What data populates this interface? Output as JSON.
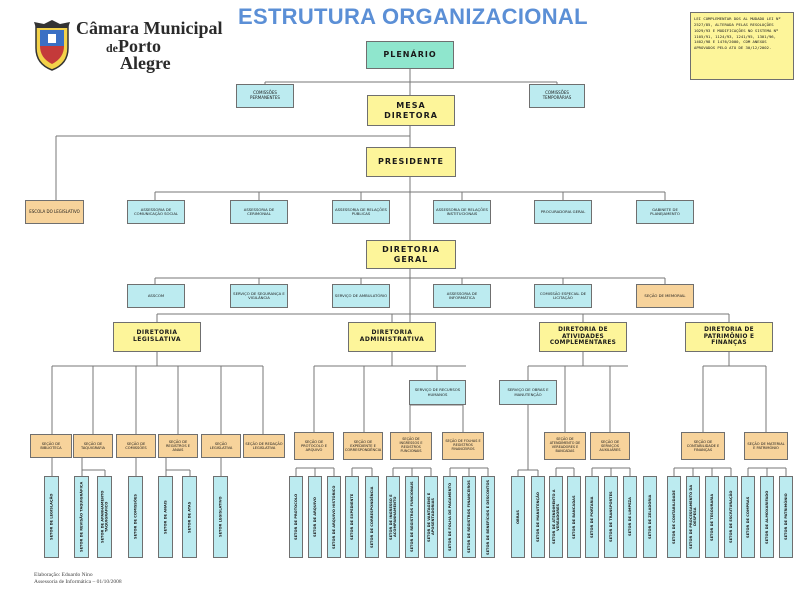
{
  "header": {
    "title": "ESTRUTURA ORGANIZACIONAL",
    "logo": {
      "line1": "Câmara Municipal",
      "line2_prefix": "de",
      "line2": "Porto",
      "line3": "Alegre"
    },
    "note": "LEI COMPLEMENTAR DOS AL MUDADO LEI Nº 2527/85, ALTERADA PELAS RESOLUÇÕES 1029/93 E MODIFICAÇÕES NO SISTEMA Nº 1105/91, 1124/93, 1241/95, 1301/96, 1402/98 E 1476/2000, COM ANEXOS APROVADOS PELO ATO DE 30/12/2002."
  },
  "footer": {
    "line1": "Elaboração: Eduardo Nino",
    "line2": "Assessoria de Informática – 01/10/2008"
  },
  "colors": {
    "title": "#5b8fd6",
    "plenario": "#8fe6cd",
    "management": "#fdf59a",
    "unit": "#bcebf0",
    "section": "#f7d39b"
  },
  "nodes": {
    "plenario": "PLENÁRIO",
    "comissoes_permanentes": "COMISSÕES PERMANENTES",
    "comissoes_temporarias": "COMISSÕES TEMPORÁRIAS",
    "mesa_diretora": "MESA DIRETORA",
    "presidente": "PRESIDENTE",
    "escola_legislativo": "ESCOLA DO LEGISLATIVO",
    "assessoria_comunicacao": "ASSESSORIA DE COMUNICAÇÃO SOCIAL",
    "assessoria_cerimonial": "ASSESSORIA DE CERIMONIAL",
    "assessoria_relacoes_publicas": "ASSESSORIA DE RELAÇÕES PÚBLICAS",
    "assessoria_relacoes_institucionais": "ASSESSORIA DE RELAÇÕES INSTITUCIONAIS",
    "procuradoria_geral": "PROCURADORIA GERAL",
    "gabinete_planejamento": "GABINETE DE PLANEJAMENTO",
    "diretoria_geral": "DIRETORIA GERAL",
    "asscom": "ASSCOM",
    "servico_seguranca": "SERVIÇO DE SEGURANÇA E VIGILÂNCIA",
    "servico_ambulatorio": "SERVIÇO DE AMBULATÓRIO",
    "assessoria_informatica": "ASSESSORIA DE INFORMÁTICA",
    "comissao_licitacao": "COMISSÃO ESPECIAL DE LICITAÇÃO",
    "secao_memorial": "SEÇÃO DE MEMORIAL",
    "dir_legislativa": "DIRETORIA LEGISLATIVA",
    "dir_administrativa": "DIRETORIA ADMINISTRATIVA",
    "dir_atividades": "DIRETORIA DE ATIVIDADES COMPLEMENTARES",
    "dir_patrimonio": "DIRETORIA DE PATRIMÔNIO E FINANÇAS",
    "servico_recursos_humanos": "SERVIÇO DE RECURSOS HUMANOS",
    "servico_obras": "SERVIÇO DE OBRAS E MANUTENÇÃO"
  },
  "sections": [
    "SEÇÃO DE BIBLIOTECA",
    "SEÇÃO DE TAQUIGRAFIA",
    "SEÇÃO DE COMISSÕES",
    "SEÇÃO DE REGISTROS E ANAIS",
    "SEÇÃO LEGISLATIVA",
    "SEÇÃO DE REDAÇÃO LEGISLATIVA",
    "SEÇÃO DE PROTOCOLO E ARQUIVO",
    "SEÇÃO DE EXPEDIENTE E CORRESPONDÊNCIA",
    "SEÇÃO DE INGRESSOS E REGISTROS FUNCIONAIS",
    "SEÇÃO DE FOLHAS E REGISTROS FINANCEIROS",
    "SEÇÃO DE ATENDIMENTO DE VEREADORES E BANCADAS",
    "SEÇÃO DE SERVIÇOS AUXILIARES",
    "SEÇÃO DE CONTABILIDADE E FINANÇAS",
    "SEÇÃO DE MATERIAL E PATRIMÔNIO"
  ],
  "sectors": [
    "SETOR DE LEGISLAÇÃO",
    "SETOR DE REVISÃO TAQUIGRÁFICA",
    "SETOR DE APANHAMENTO TAQUIGRÁFICO",
    "SETOR DE COMISSÕES",
    "SETOR DE ANAIS",
    "SETOR DE ATAS",
    "SETOR LEGISLATIVO",
    "SETOR DE PROTOCOLO",
    "SETOR DE ARQUIVO",
    "SETOR DE ARQUIVO HISTÓRICO",
    "SETOR DE EXPEDIENTE",
    "SETOR DE CORRESPONDÊNCIA",
    "SETOR DE INGRESSO E ACOMPANHAMENTO",
    "SETOR DE REGISTROS FUNCIONAIS",
    "SETOR DE VANTAGENS E APOSENTADORIAS",
    "SETOR DE FOLHA DE PAGAMENTO",
    "SETOR DE REGISTROS FINANCEIROS",
    "SETOR DE BENEFÍCIOS E DESCONTOS",
    "OBRAS",
    "SETOR DE MANUTENÇÃO",
    "SETOR DE ATENDIMENTO A VEREADORES",
    "SETOR DE BANCADAS",
    "SETOR DE PORTARIA",
    "SETOR DE TRANSPORTES",
    "SETOR DE LIMPEZA",
    "SETOR DE ZELADORIA",
    "SETOR DE CONTABILIDADE",
    "SETOR DE PROCESSAMENTO DA DESPESA",
    "SETOR DE TESOURARIA",
    "SETOR DE ESCRITURAÇÃO",
    "SETOR DE COMPRAS",
    "SETOR DE ALMOXARIFADO",
    "SETOR DE PATRIMÔNIO"
  ]
}
